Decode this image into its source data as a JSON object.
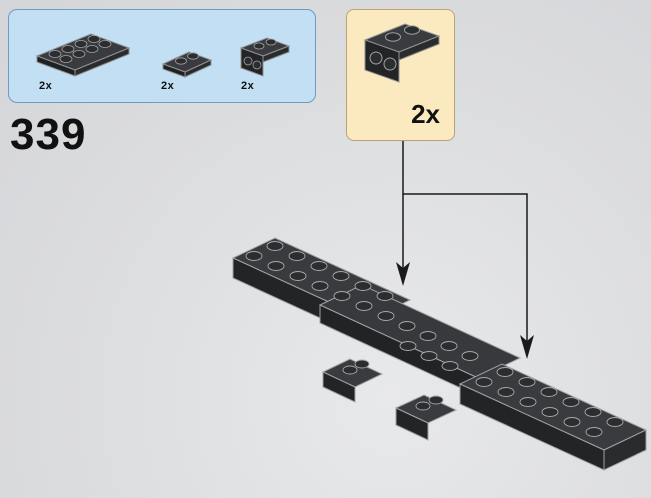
{
  "step": {
    "number": "339"
  },
  "parts_list": [
    {
      "name": "plate-2x4",
      "qty": "2x"
    },
    {
      "name": "plate-1x2",
      "qty": "2x"
    },
    {
      "name": "bracket-1x2-2x2",
      "qty": "2x"
    }
  ],
  "callout": {
    "qty": "2x"
  },
  "colors": {
    "brick": "#2a2b2d",
    "brick_top": "#3a3b3e",
    "brick_edge": "#9fa1a4",
    "panel_blue": "#c3dff4",
    "callout_yellow": "#fbeac0",
    "arrow": "#1a1a1a"
  }
}
